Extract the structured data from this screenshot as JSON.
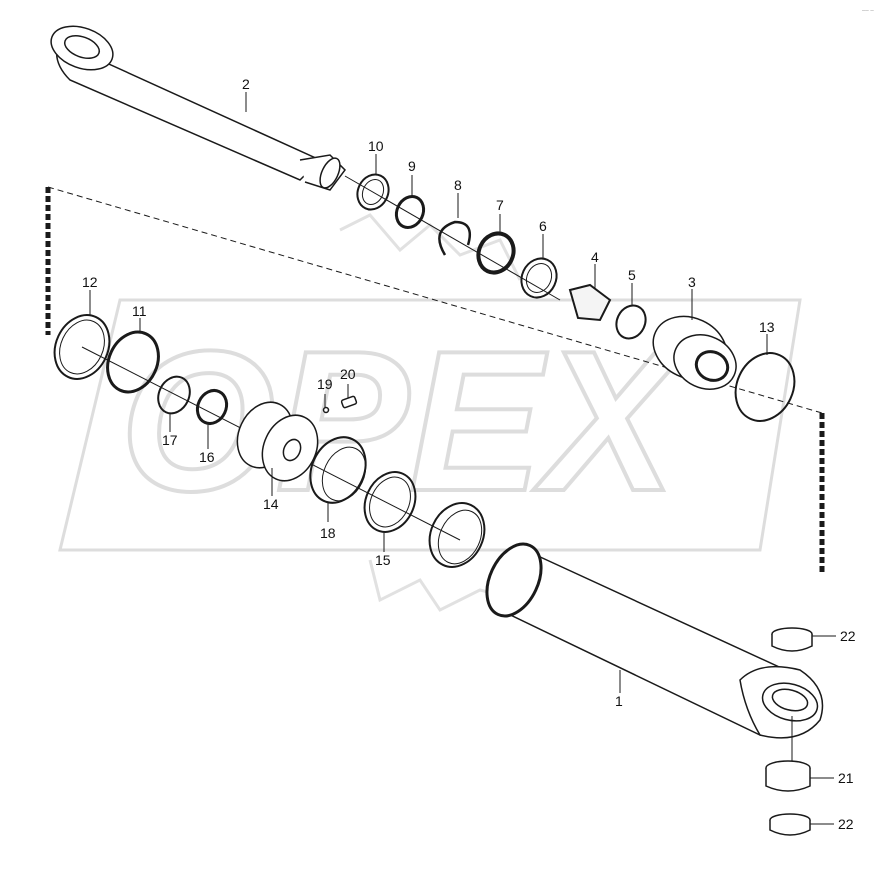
{
  "diagram": {
    "type": "exploded-parts-view",
    "watermark": "OPEX",
    "corner_mark": "–– –",
    "colors": {
      "line": "#1a1a1a",
      "watermark": "#d9d9d9",
      "fill": "#ffffff",
      "shade": "#e9e9e9"
    },
    "callouts": [
      {
        "id": "c1",
        "text": "1"
      },
      {
        "id": "c2",
        "text": "2"
      },
      {
        "id": "c3",
        "text": "3"
      },
      {
        "id": "c4",
        "text": "4"
      },
      {
        "id": "c5",
        "text": "5"
      },
      {
        "id": "c6",
        "text": "6"
      },
      {
        "id": "c7",
        "text": "7"
      },
      {
        "id": "c8",
        "text": "8"
      },
      {
        "id": "c9",
        "text": "9"
      },
      {
        "id": "c10",
        "text": "10"
      },
      {
        "id": "c11",
        "text": "11"
      },
      {
        "id": "c12",
        "text": "12"
      },
      {
        "id": "c13",
        "text": "13"
      },
      {
        "id": "c14",
        "text": "14"
      },
      {
        "id": "c15",
        "text": "15"
      },
      {
        "id": "c16",
        "text": "16"
      },
      {
        "id": "c17",
        "text": "17"
      },
      {
        "id": "c18",
        "text": "18"
      },
      {
        "id": "c19",
        "text": "19"
      },
      {
        "id": "c20",
        "text": "20"
      },
      {
        "id": "c21",
        "text": "21"
      },
      {
        "id": "c22a",
        "text": "22"
      },
      {
        "id": "c22b",
        "text": "22"
      }
    ]
  }
}
